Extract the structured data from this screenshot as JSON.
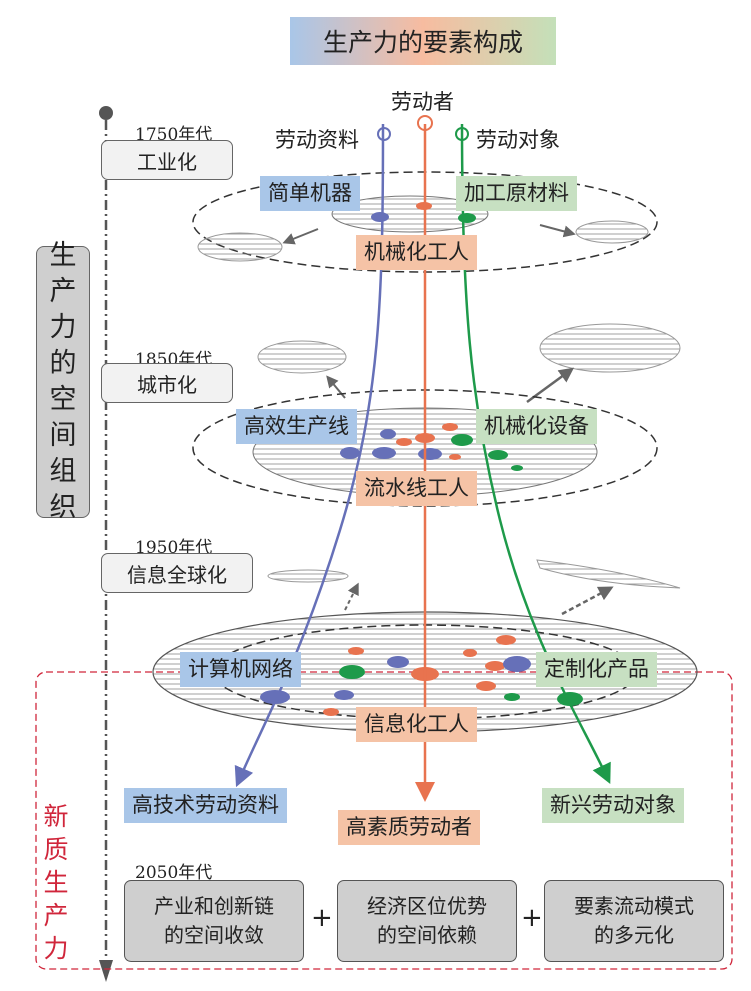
{
  "title": "生产力的要素构成",
  "legend": {
    "laborer": "劳动者",
    "means": "劳动资料",
    "object": "劳动对象"
  },
  "side_title": [
    "生",
    "产",
    "力",
    "的",
    "空",
    "间",
    "组",
    "织"
  ],
  "new_productivity": [
    "新",
    "质",
    "生",
    "产",
    "力"
  ],
  "stages": [
    {
      "year": "1750年代",
      "name": "工业化",
      "means": "简单机器",
      "object": "加工原材料",
      "labor": "机械化工人"
    },
    {
      "year": "1850年代",
      "name": "城市化",
      "means": "高效生产线",
      "object": "机械化设备",
      "labor": "流水线工人"
    },
    {
      "year": "1950年代",
      "name": "信息全球化",
      "means": "计算机网络",
      "object": "定制化产品",
      "labor": "信息化工人"
    }
  ],
  "outcomes": {
    "means": "高技术劳动资料",
    "labor": "高素质劳动者",
    "object": "新兴劳动对象"
  },
  "future": {
    "year": "2050年代",
    "boxes": [
      [
        "产业和创新链",
        "的空间收敛"
      ],
      [
        "经济区位优势",
        "的空间依赖"
      ],
      [
        "要素流动模式",
        "的多元化"
      ]
    ],
    "plus": "+"
  },
  "colors": {
    "blue": "#6670b8",
    "orange": "#e8734f",
    "green": "#1e9a4a",
    "red": "#d0263b"
  }
}
